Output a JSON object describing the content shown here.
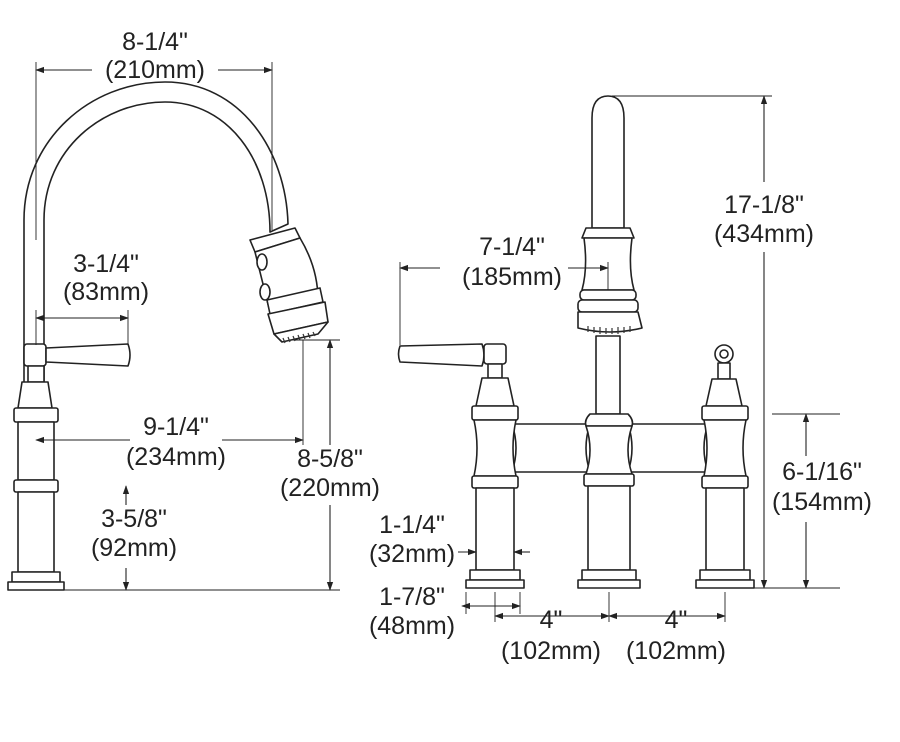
{
  "dimensions": {
    "spout_reach": {
      "imperial": "8-1/4\"",
      "metric": "(210mm)"
    },
    "handle_length": {
      "imperial": "3-1/4\"",
      "metric": "(83mm)"
    },
    "spout_to_center": {
      "imperial": "9-1/4\"",
      "metric": "(234mm)"
    },
    "spray_clearance": {
      "imperial": "8-5/8\"",
      "metric": "(220mm)"
    },
    "base_height": {
      "imperial": "3-5/8\"",
      "metric": "(92mm)"
    },
    "handle_reach": {
      "imperial": "7-1/4\"",
      "metric": "(185mm)"
    },
    "overall_height": {
      "imperial": "17-1/8\"",
      "metric": "(434mm)"
    },
    "bridge_height": {
      "imperial": "6-1/16\"",
      "metric": "(154mm)"
    },
    "shank_diameter": {
      "imperial": "1-1/4\"",
      "metric": "(32mm)"
    },
    "base_diameter": {
      "imperial": "1-7/8\"",
      "metric": "(48mm)"
    },
    "left_spacing": {
      "imperial": "4\"",
      "metric": "(102mm)"
    },
    "right_spacing": {
      "imperial": "4\"",
      "metric": "(102mm)"
    }
  }
}
